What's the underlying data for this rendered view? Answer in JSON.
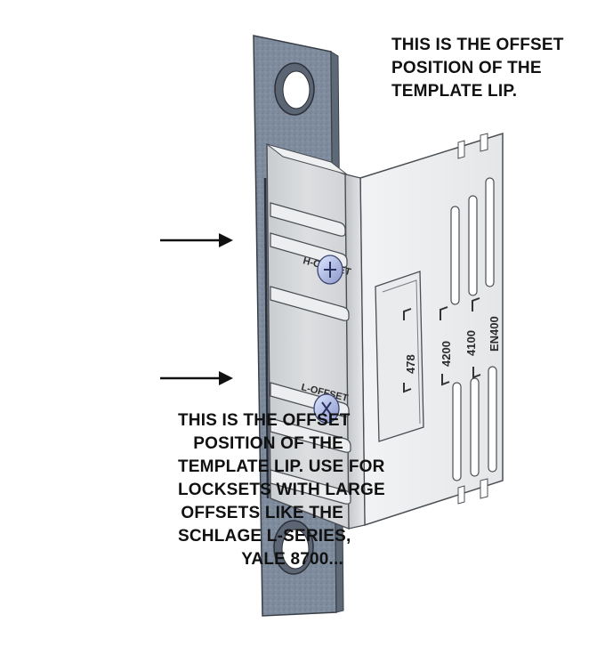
{
  "callouts": {
    "top": {
      "lines": [
        "THIS IS THE OFFSET",
        "POSITION OF THE",
        "TEMPLATE LIP."
      ]
    },
    "bottom": {
      "lines": [
        "THIS IS THE OFFSET",
        "POSITION OF THE",
        "TEMPLATE LIP. USE FOR",
        "LOCKSETS WITH LARGE",
        "OFFSETS LIKE THE",
        "SCHLAGE L-SERIES,",
        "YALE 8700..."
      ]
    }
  },
  "template": {
    "slot_labels": [
      "478",
      "4200",
      "4100",
      "EN400"
    ],
    "lip_labels": [
      "H-OFFSET",
      "L-OFFSET"
    ]
  },
  "colors": {
    "faceplate": "#7f8c9e",
    "template_silver": "#d4d6d8",
    "arrow": "#111111",
    "text": "#111111"
  }
}
